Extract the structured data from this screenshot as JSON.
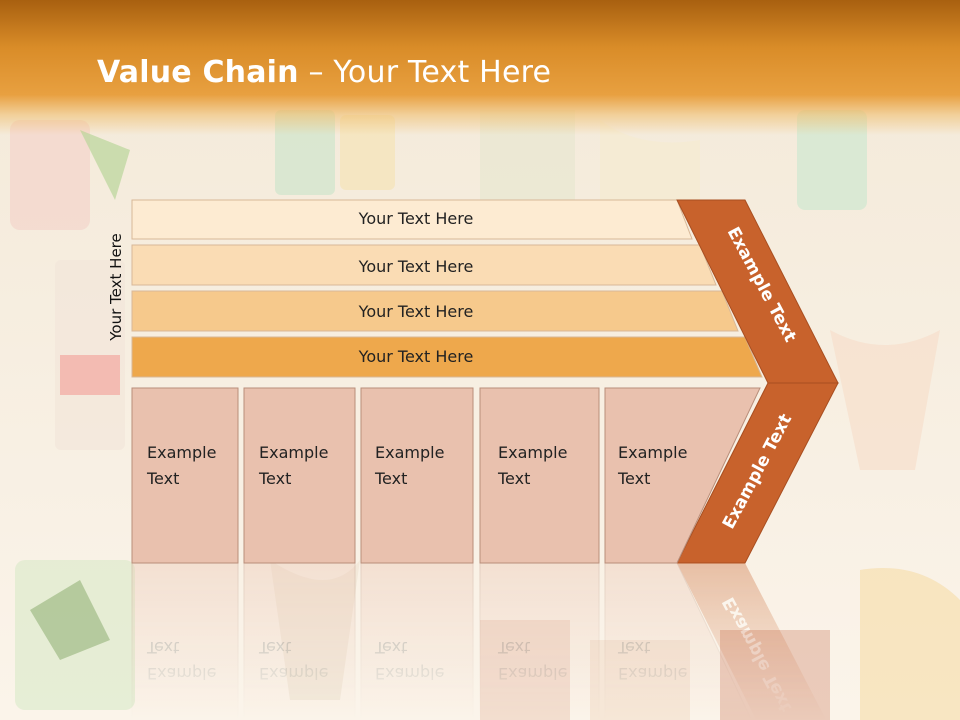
{
  "slide": {
    "title_bold": "Value Chain",
    "title_rest": " – Your Text Here",
    "side_label": "Your Text Here"
  },
  "rows": [
    {
      "label": "Your Text Here",
      "color": "#fdebd2"
    },
    {
      "label": "Your Text Here",
      "color": "#fadcb4"
    },
    {
      "label": "Your Text Here",
      "color": "#f6c98c"
    },
    {
      "label": "Your Text Here",
      "color": "#eea84c"
    }
  ],
  "columns": [
    {
      "line1": "Example",
      "line2": "Text"
    },
    {
      "line1": "Example",
      "line2": "Text"
    },
    {
      "line1": "Example",
      "line2": "Text"
    },
    {
      "line1": "Example",
      "line2": "Text"
    },
    {
      "line1": "Example",
      "line2": "Text"
    }
  ],
  "chevron": {
    "upper_text": "Example Text",
    "lower_text": "Example Text",
    "color": "#c8622c"
  },
  "colors": {
    "box_fill": "#e9c1ae",
    "box_stroke": "#b98e7a",
    "header_orange": "#d98c28"
  }
}
